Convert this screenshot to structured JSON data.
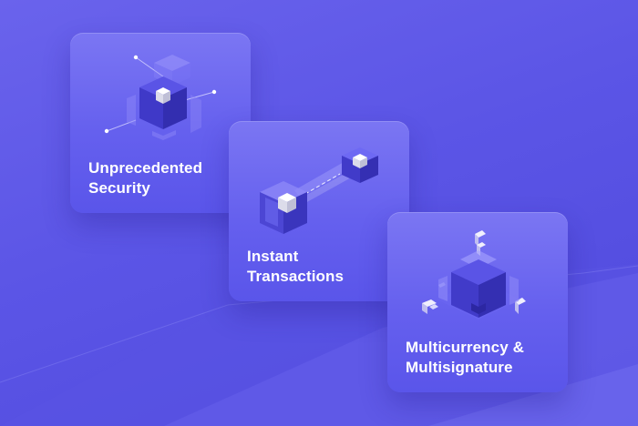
{
  "colors": {
    "background": "#5b55e6",
    "card": "#6a65ef",
    "cube_light": "#e9e9f2",
    "cube_dark": "#3d38c4"
  },
  "cards": [
    {
      "id": "security",
      "title_line1": "Unprecedented",
      "title_line2": "Security",
      "icon": "security-cube-icon"
    },
    {
      "id": "transactions",
      "title_line1": "Instant",
      "title_line2": "Transactions",
      "icon": "transaction-cubes-icon"
    },
    {
      "id": "multi",
      "title_line1": "Multicurrency &",
      "title_line2": "Multisignature",
      "icon": "multicurrency-cube-icon"
    }
  ]
}
